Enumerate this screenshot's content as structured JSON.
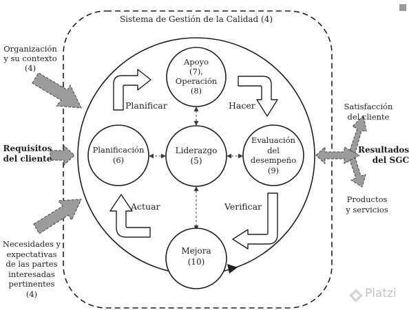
{
  "system": {
    "title": "Sistema de Gestión de la Calidad (4)"
  },
  "inputs": {
    "organization": {
      "line1": "Organización",
      "line2": "y su contexto",
      "line3": "(4)"
    },
    "client_requirements": {
      "line1": "Requisitos",
      "line2": "del cliente"
    },
    "stakeholders": {
      "line1": "Necesidades y",
      "line2": "expectativas",
      "line3": "de las partes",
      "line4": "interesadas",
      "line5": "pertinentes",
      "line6": "(4)"
    }
  },
  "outputs": {
    "satisfaction": {
      "line1": "Satisfacción",
      "line2": "del cliente"
    },
    "results": {
      "line1": "Resultados",
      "line2": "del SGC"
    },
    "products": {
      "line1": "Productos",
      "line2": "y servicios"
    }
  },
  "nodes": {
    "apoyo": {
      "line1": "Apoyo",
      "line2": "(7),",
      "line3": "Operación",
      "line4": "(8)"
    },
    "planificacion": {
      "line1": "Planificación",
      "line2": "(6)"
    },
    "liderazgo": {
      "line1": "Liderazgo",
      "line2": "(5)"
    },
    "evaluacion": {
      "line1": "Evaluación",
      "line2": "del",
      "line3": "desempeño",
      "line4": "(9)"
    },
    "mejora": {
      "line1": "Mejora",
      "line2": "(10)"
    }
  },
  "cycle": {
    "plan": "Planificar",
    "do": "Hacer",
    "check": "Verificar",
    "act": "Actuar"
  },
  "watermark": {
    "text": "Platzi"
  },
  "colors": {
    "line": "#1e1e1e",
    "arrow_fill": "#a8a8a8",
    "dashed_arrow": "#7a7a7a"
  }
}
